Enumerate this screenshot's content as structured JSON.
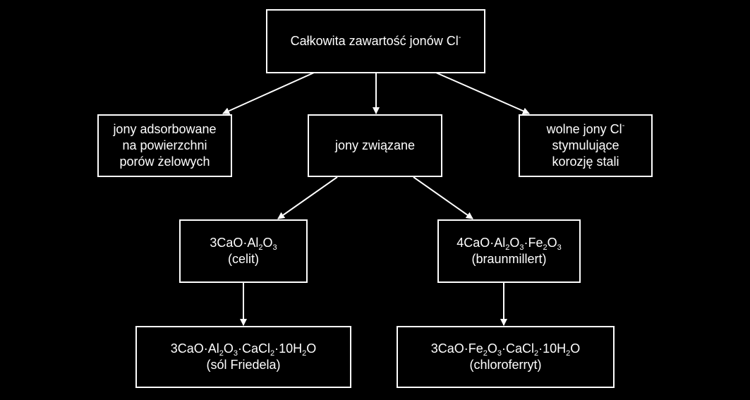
{
  "title": "Całkowita zawartość jonów Cl⁻",
  "colors": {
    "background": "#000000",
    "foreground": "#ffffff"
  },
  "nodes": {
    "root": {
      "lines": [
        [
          [
            "Całkowita zawartość jonów Cl",
            ""
          ],
          [
            "-",
            "sup"
          ]
        ]
      ]
    },
    "adsorbed": {
      "lines": [
        [
          [
            "jony adsorbowane",
            ""
          ]
        ],
        [
          [
            "na powierzchni",
            ""
          ]
        ],
        [
          [
            "porów żelowych",
            ""
          ]
        ]
      ]
    },
    "bound": {
      "lines": [
        [
          [
            "jony związane",
            ""
          ]
        ]
      ]
    },
    "free": {
      "lines": [
        [
          [
            "wolne jony Cl",
            ""
          ],
          [
            "-",
            "sup"
          ]
        ],
        [
          [
            "stymulujące",
            ""
          ]
        ],
        [
          [
            "korozję stali",
            ""
          ]
        ]
      ]
    },
    "celite": {
      "lines": [
        [
          [
            "3CaO·Al",
            ""
          ],
          [
            "2",
            "sub"
          ],
          [
            "O",
            ""
          ],
          [
            "3",
            "sub"
          ]
        ],
        [
          [
            "(celit)",
            ""
          ]
        ]
      ]
    },
    "brownmillerite": {
      "lines": [
        [
          [
            "4CaO·Al",
            ""
          ],
          [
            "2",
            "sub"
          ],
          [
            "O",
            ""
          ],
          [
            "3",
            "sub"
          ],
          [
            "·Fe",
            ""
          ],
          [
            "2",
            "sub"
          ],
          [
            "O",
            ""
          ],
          [
            "3",
            "sub"
          ]
        ],
        [
          [
            "(braunmillert)",
            ""
          ]
        ]
      ]
    },
    "friedel": {
      "lines": [
        [
          [
            "3CaO·Al",
            ""
          ],
          [
            "2",
            "sub"
          ],
          [
            "O",
            ""
          ],
          [
            "3",
            "sub"
          ],
          [
            "·CaCl",
            ""
          ],
          [
            "2",
            "sub"
          ],
          [
            "·10H",
            ""
          ],
          [
            "2",
            "sub"
          ],
          [
            "O",
            ""
          ]
        ],
        [
          [
            "(sól Friedela)",
            ""
          ]
        ]
      ]
    },
    "chloroferrite": {
      "lines": [
        [
          [
            "3CaO·Fe",
            ""
          ],
          [
            "2",
            "sub"
          ],
          [
            "O",
            ""
          ],
          [
            "3",
            "sub"
          ],
          [
            "·CaCl",
            ""
          ],
          [
            "2",
            "sub"
          ],
          [
            "·10H",
            ""
          ],
          [
            "2",
            "sub"
          ],
          [
            "O",
            ""
          ]
        ],
        [
          [
            "(chloroferryt)",
            ""
          ]
        ]
      ]
    }
  }
}
